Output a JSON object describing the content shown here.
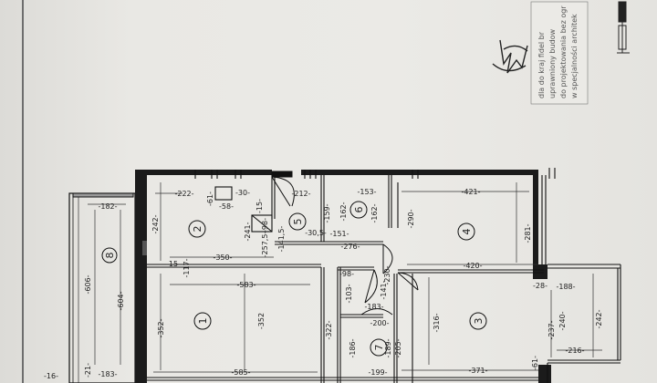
{
  "plan": {
    "rooms": [
      {
        "id": "room-1",
        "number": "1"
      },
      {
        "id": "room-2",
        "number": "2"
      },
      {
        "id": "room-3",
        "number": "3"
      },
      {
        "id": "room-4",
        "number": "4"
      },
      {
        "id": "room-5",
        "number": "5"
      },
      {
        "id": "room-6",
        "number": "6"
      },
      {
        "id": "room-7",
        "number": "7"
      },
      {
        "id": "room-8",
        "number": "8"
      }
    ],
    "dimensions": [
      "-182-",
      "-606-",
      "-604-",
      "-183-",
      "-16-",
      "-21-",
      "-222-",
      "-242-",
      "-61-",
      "-58-",
      "-30-",
      "-15-",
      "-241-",
      "-98-",
      "-257,5-",
      "-15-",
      "-117-",
      "-350-",
      "-583-",
      "-352-",
      "-352",
      "-585-",
      "-212-",
      "-30,5-",
      "-141,5-",
      "-159-",
      "-162-",
      "-153-",
      "-151-",
      "-162-",
      "-276-",
      "-290-",
      "-421-",
      "-281-",
      "-420-",
      "-98-",
      "-103-",
      "-230-",
      "-141-",
      "-183-",
      "-200-",
      "-322-",
      "-186-",
      "-189-",
      "-205-",
      "-316-",
      "-199-",
      "-371-",
      "-28-",
      "-188-",
      "-237-",
      "-240-",
      "-242-",
      "-216-",
      "-61-"
    ],
    "stamp_lines": [
      "dla do kraj fidel br",
      "uprawniony budow",
      "do projektowania bez ogr",
      "w specjalności architek"
    ]
  }
}
